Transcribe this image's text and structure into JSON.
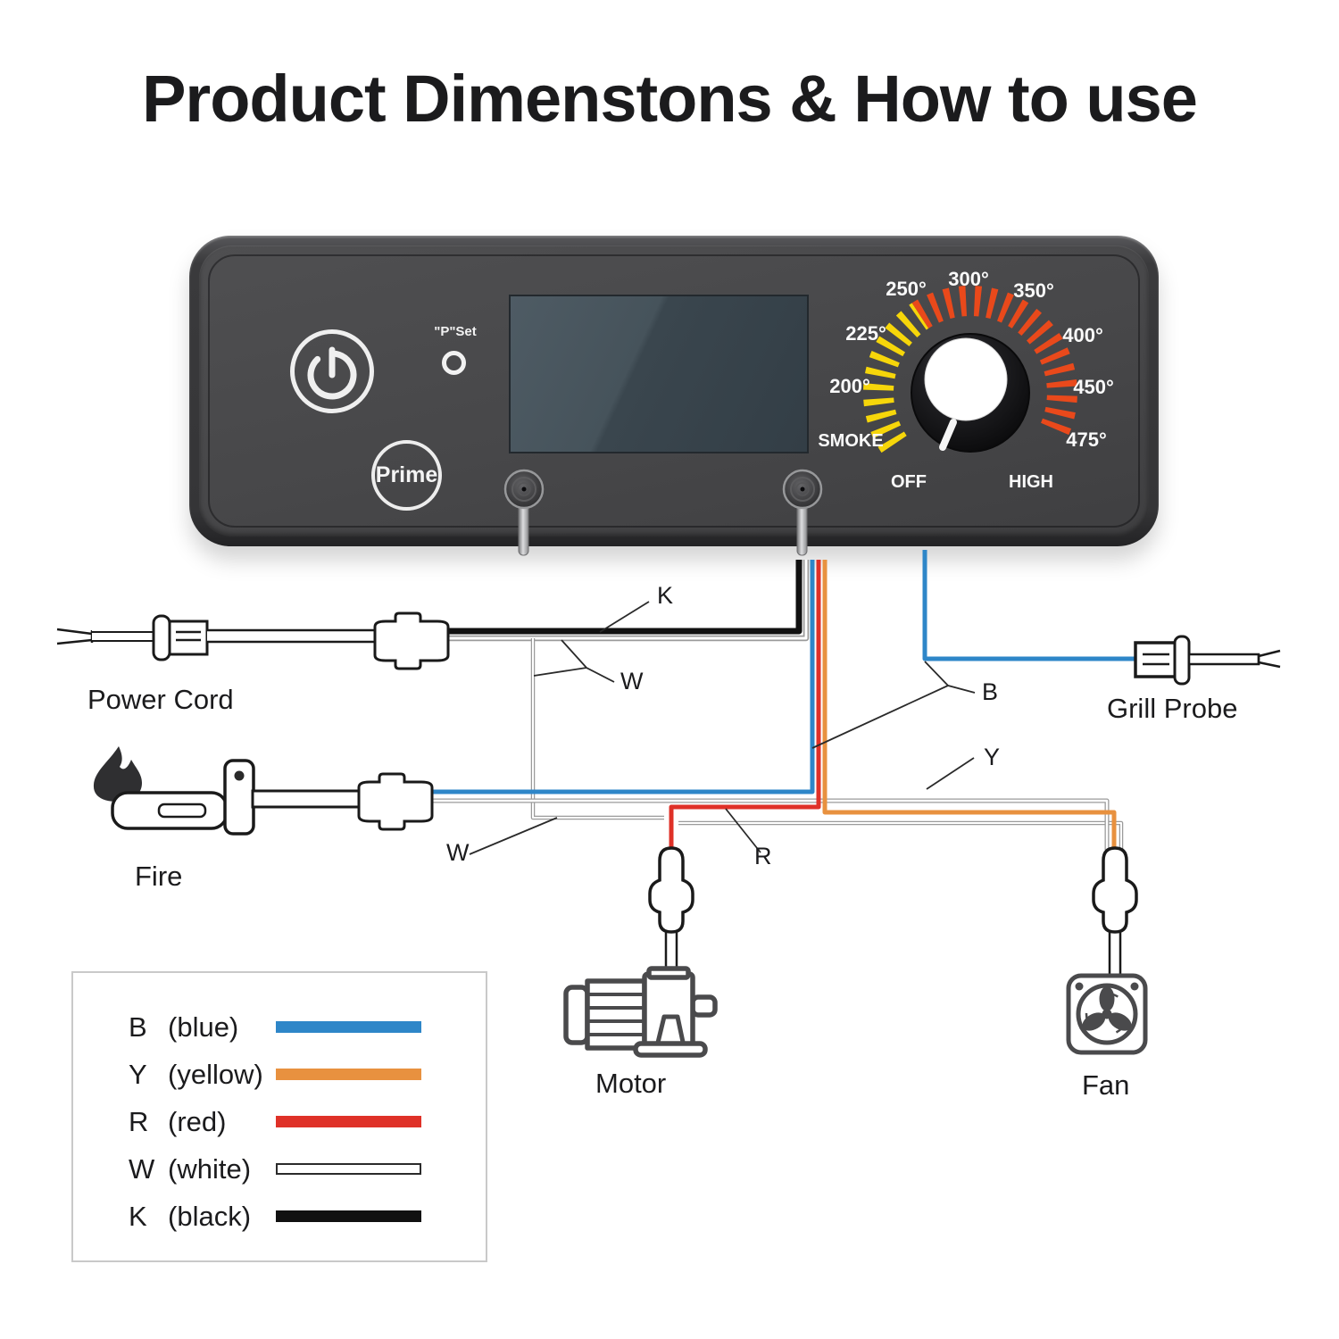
{
  "title": "Product Dimenstons & How to use",
  "panel": {
    "pset_label": "\"P\"Set",
    "prime_label": "Prime",
    "dial": {
      "t200": "200°",
      "t225": "225°",
      "t250": "250°",
      "t300": "300°",
      "t350": "350°",
      "t400": "400°",
      "t450": "450°",
      "t475": "475°",
      "smoke": "SMOKE",
      "off": "OFF",
      "high": "HIGH"
    }
  },
  "labels": {
    "power_cord": "Power Cord",
    "fire": "Fire",
    "grill_probe": "Grill Probe",
    "motor": "Motor",
    "fan": "Fan"
  },
  "wire_tags": {
    "k": "K",
    "w_upper": "W",
    "w_lower": "W",
    "b": "B",
    "y": "Y",
    "r": "R"
  },
  "colors": {
    "blue": "#2e86c8",
    "yellow": "#e8913f",
    "red": "#df3128",
    "white": "#ffffff",
    "black": "#111111",
    "arc_yellow": "#f6d60a",
    "arc_red": "#e9491b"
  },
  "legend": {
    "items": [
      {
        "code": "B",
        "name": "(blue)",
        "color": "#2e86c8"
      },
      {
        "code": "Y",
        "name": "(yellow)",
        "color": "#e8913f"
      },
      {
        "code": "R",
        "name": "(red)",
        "color": "#df3128"
      },
      {
        "code": "W",
        "name": "(white)",
        "color": "#ffffff"
      },
      {
        "code": "K",
        "name": "(black)",
        "color": "#111111"
      }
    ]
  }
}
